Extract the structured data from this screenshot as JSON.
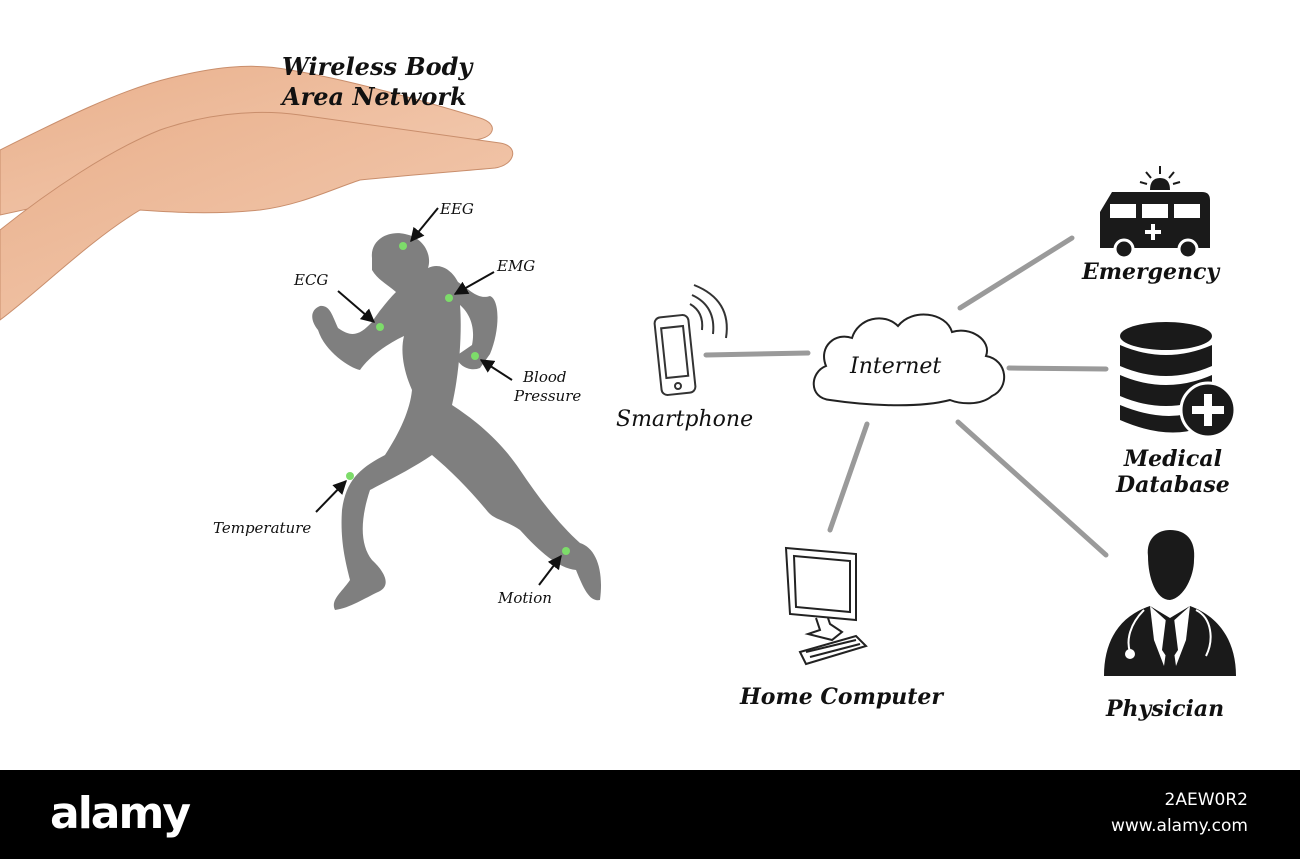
{
  "title_lines": [
    "Wireless Body",
    "Area Network"
  ],
  "sensors": {
    "eeg": "EEG",
    "emg": "EMG",
    "ecg": "ECG",
    "blood_pressure": [
      "Blood",
      "Pressure"
    ],
    "temperature": "Temperature",
    "motion": "Motion"
  },
  "nodes": {
    "smartphone": "Smartphone",
    "internet": "Internet",
    "emergency": "Emergency",
    "medical_database": [
      "Medical",
      "Database"
    ],
    "home_computer": "Home Computer",
    "physician": "Physician"
  },
  "icons": [
    "hands-icon",
    "runner-silhouette-icon",
    "smartphone-icon",
    "wifi-signal-icon",
    "cloud-icon",
    "ambulance-icon",
    "database-icon",
    "computer-icon",
    "physician-icon"
  ],
  "colors": {
    "sensor_dot": "#7ddc6a",
    "silhouette": "#7f7f7f",
    "connector": "#9a9a9a",
    "icon": "#1a1a1a"
  },
  "watermark": {
    "brand": "alamy",
    "image_id": "2AEW0R2",
    "site": "www.alamy.com"
  }
}
